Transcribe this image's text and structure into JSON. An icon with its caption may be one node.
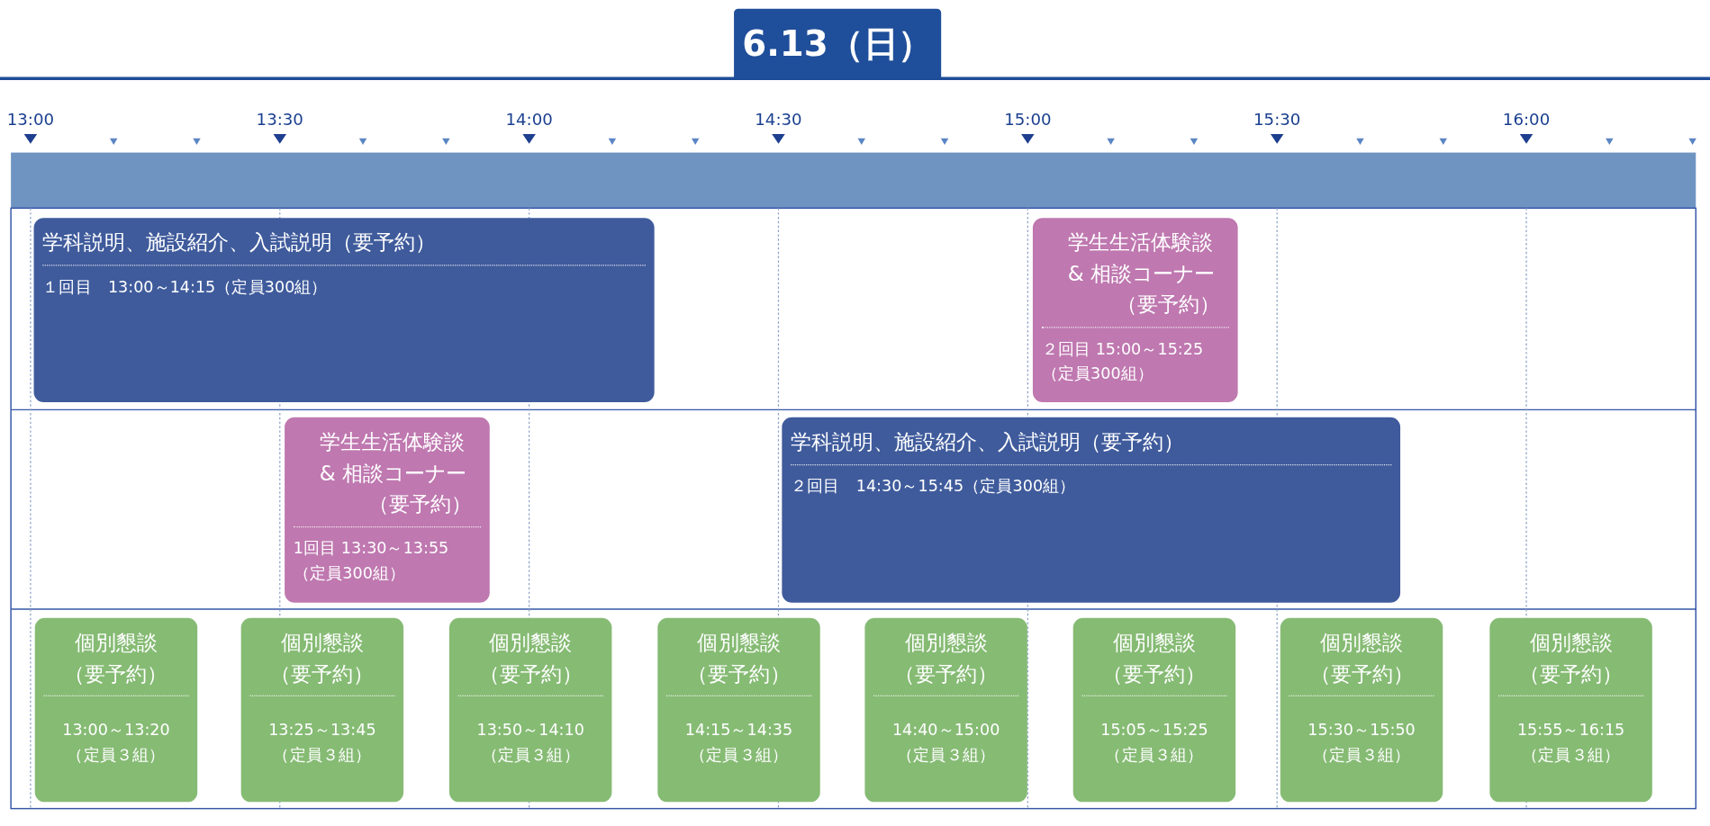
{
  "diagram": {
    "title": "6.13（日）",
    "nodes": [
      {
        "text": [
          "学科説明、施設紹介、入試説明（要予約）",
          "１回目　13:00～14:15（定員300組）"
        ]
      },
      {
        "text": [
          "学生生活体験談 & 相談コーナー（要予約）",
          "２回目 15:00～15:25 （定員300組）"
        ]
      },
      {
        "text": [
          "学生生活体験談 & 相談コーナー（要予約）",
          "1回目 13:30～13:55 （定員300組）"
        ]
      },
      {
        "text": [
          "学科説明、施設紹介、入試説明（要予約）",
          "２回目　14:30～15:45（定員300組）"
        ]
      },
      {
        "text": [
          "個別懇談（要予約）",
          "13:00～13:20 （定員３組）"
        ]
      },
      {
        "text": [
          "個別懇談（要予約）",
          "13:25～13:45 （定員３組）"
        ]
      },
      {
        "text": [
          "個別懇談（要予約）",
          "13:50～14:10 （定員３組）"
        ]
      },
      {
        "text": [
          "個別懇談（要予約）",
          "14:15～14:35 （定員３組）"
        ]
      },
      {
        "text": [
          "個別懇談（要予約）",
          "14:40～15:00 （定員３組）"
        ]
      },
      {
        "text": [
          "個別懇談（要予約）",
          "15:05～15:25 （定員３組）"
        ]
      },
      {
        "text": [
          "個別懇談（要予約）",
          "15:30～15:50 （定員３組）"
        ]
      },
      {
        "text": [
          "個別懇談（要予約）",
          "15:55～16:15 （定員３組）"
        ]
      }
    ],
    "edges": [],
    "labels": [
      "13:00",
      "13:30",
      "14:00",
      "14:30",
      "15:00",
      "15:30",
      "16:00"
    ]
  }
}
